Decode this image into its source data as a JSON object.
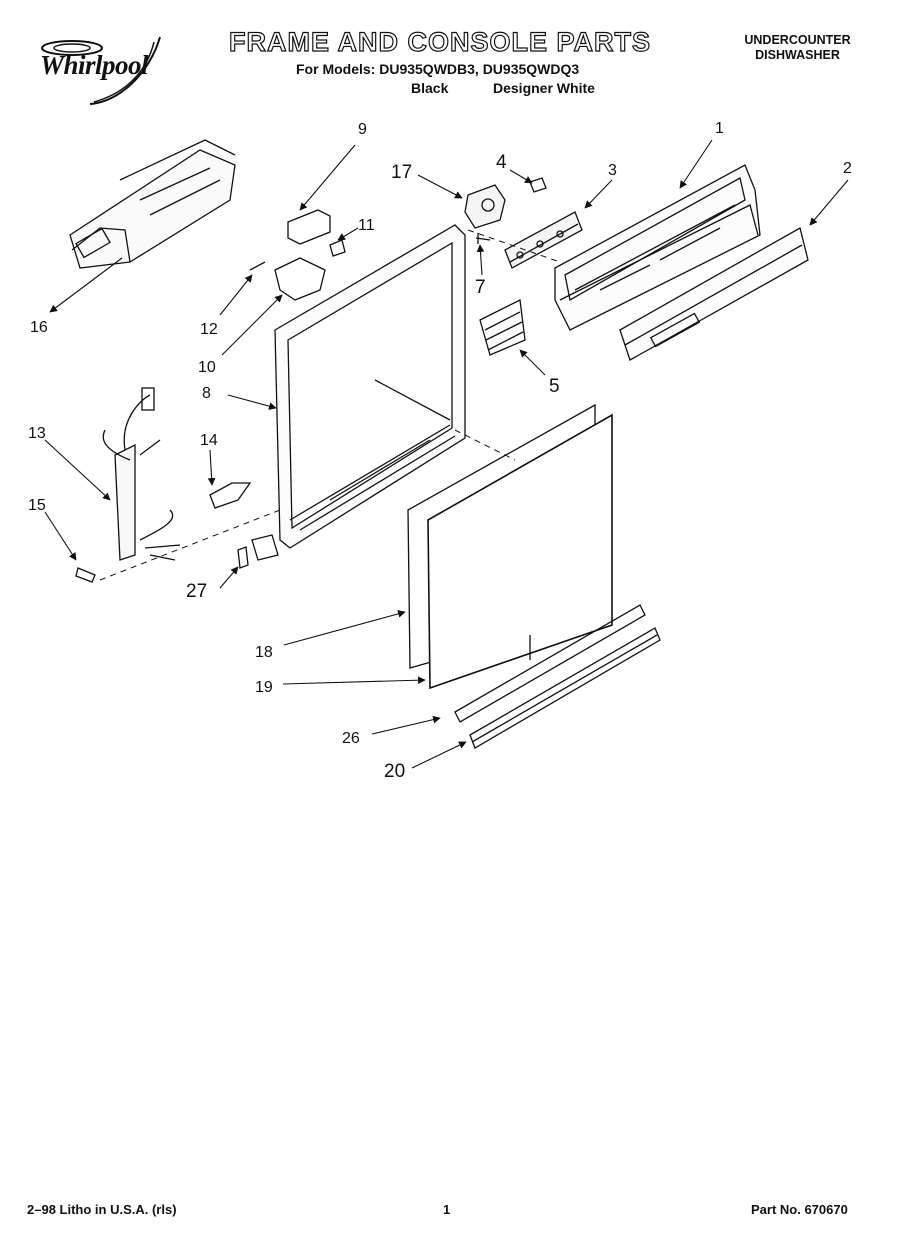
{
  "header": {
    "brand": "Whirlpool",
    "title": "FRAME AND CONSOLE PARTS",
    "models_line": "For Models: DU935QWDB3, DU935QWDQ3",
    "color_black": "Black",
    "color_white": "Designer White",
    "category_line1": "UNDERCOUNTER",
    "category_line2": "DISHWASHER"
  },
  "callouts": [
    "1",
    "2",
    "3",
    "4",
    "5",
    "7",
    "8",
    "9",
    "10",
    "11",
    "12",
    "13",
    "14",
    "15",
    "16",
    "17",
    "18",
    "19",
    "20",
    "26",
    "27"
  ],
  "footer": {
    "left": "2–98 Litho in U.S.A. (rls)",
    "page": "1",
    "part_no": "Part No. 670670"
  }
}
